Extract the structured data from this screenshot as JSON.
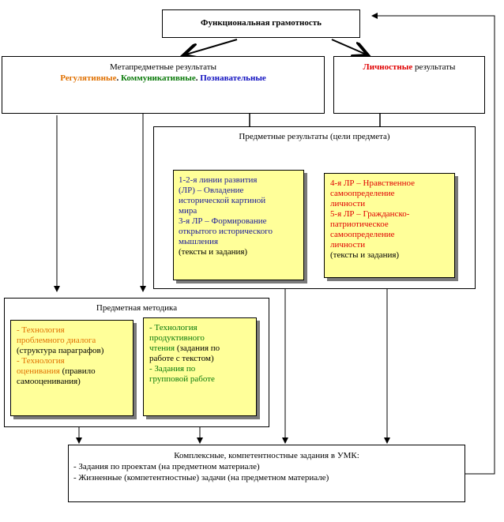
{
  "top": {
    "title": "Функциональная грамотность"
  },
  "meta": {
    "title": "Метапредметные результаты",
    "regulative": "Регулятивные",
    "sep1": ". ",
    "communicative": "Коммуникативные",
    "sep2": ". ",
    "cognitive": "Познавательные"
  },
  "personal": {
    "highlight": "Личностные",
    "rest": " результаты"
  },
  "subject": {
    "title": "Предметные результаты (цели предмета)",
    "left_lines": [
      "1-2-я линии развития",
      "(ЛР) – Овладение",
      "исторической картиной",
      "мира",
      "3-я ЛР – Формирование",
      "открытого исторического",
      "мышления"
    ],
    "left_note": "(тексты и задания)",
    "right_lines": [
      "4-я ЛР – Нравственное",
      "самоопределение",
      "личности",
      "5-я ЛР – Гражданско-",
      "патриотическое",
      "самоопределение",
      "личности"
    ],
    "right_note": "(тексты и задания)"
  },
  "method": {
    "title": "Предметная методика",
    "left_a1": "- Технология",
    "left_a2": "проблемного диалога",
    "left_a3": "(структура параграфов)",
    "left_b1": "- Технология",
    "left_b2": "оценивания",
    "left_b3": " (правило",
    "left_b4": "самооценивания)",
    "right_a1": "- Технология",
    "right_a2": "продуктивного",
    "right_a3": "чтения",
    "right_a4": " (задания по",
    "right_a5": "работе с текстом)",
    "right_b1": "- Задания по",
    "right_b2": "групповой работе"
  },
  "complex": {
    "title": "Комплексные, компетентностные задания в УМК:",
    "item1": "- Задания по проектам (на предметном материале)",
    "item2": "- Жизненные (компетентностные) задачи  (на предметном материале)"
  }
}
